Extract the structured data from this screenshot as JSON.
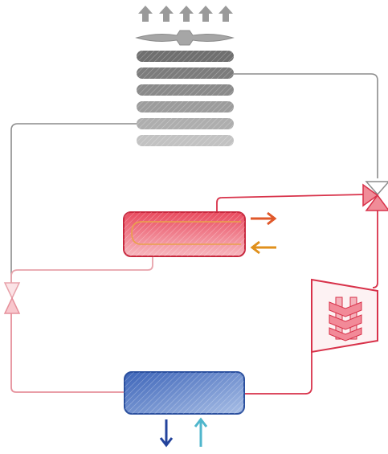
{
  "diagram": {
    "title": "",
    "components": [
      {
        "id": "fan",
        "icon": "fan-blade-icon",
        "exhaust_arrows": 5
      },
      {
        "id": "air-coil",
        "icon": "finned-coil-icon",
        "fin_rows": 6
      },
      {
        "id": "condenser",
        "icon": "heat-exchanger-icon",
        "tone": "hot"
      },
      {
        "id": "evaporator",
        "icon": "heat-exchanger-icon",
        "tone": "cold"
      },
      {
        "id": "compressor",
        "icon": "compressor-icon"
      },
      {
        "id": "valve-right",
        "icon": "three-way-valve-icon"
      },
      {
        "id": "valve-left",
        "icon": "expansion-valve-icon"
      }
    ],
    "colors": {
      "hot": "#d8324a",
      "hot_fill": "#f08c98",
      "cold": "#2f56a8",
      "cold_fill": "#8aa6d8",
      "gray": "#8c8c8c",
      "orange_out": "#e0582a",
      "orange_in": "#e0901c",
      "blue_out": "#23439c",
      "cyan_in": "#4fb6cc",
      "pipe_pink": "#e88a96"
    }
  }
}
